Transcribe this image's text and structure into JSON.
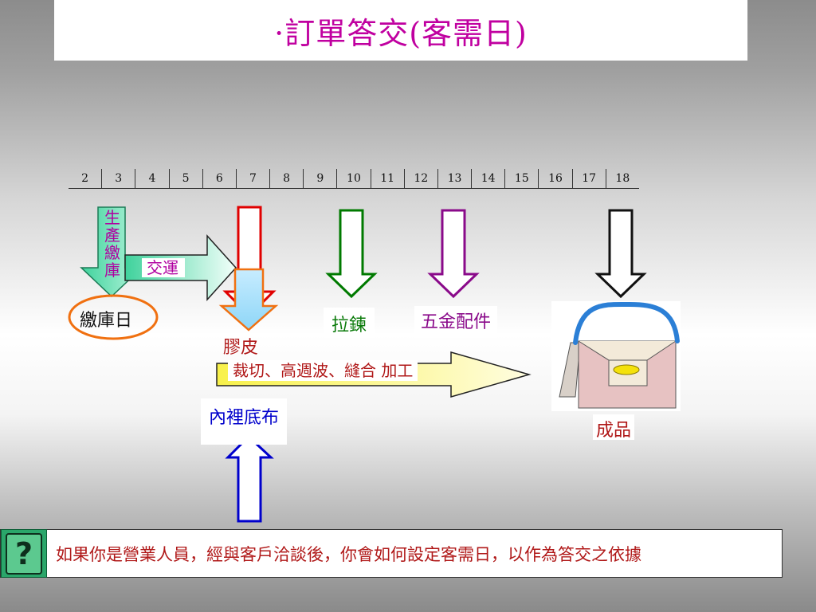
{
  "title": "·訂單答交(客需日)",
  "timeline": {
    "ticks": [
      "2",
      "3",
      "4",
      "5",
      "6",
      "7",
      "8",
      "9",
      "10",
      "11",
      "12",
      "13",
      "14",
      "15",
      "16",
      "17",
      "18"
    ]
  },
  "labels": {
    "production_stock_chars": [
      "生",
      "產",
      "繳",
      "庫"
    ],
    "transport": "交運",
    "stock_date": "繳庫日",
    "rubber": "膠皮",
    "zipper": "拉鍊",
    "hardware": "五金配件",
    "process": "裁切、高週波、縫合  加工",
    "lining": "內裡底布",
    "product": "成品"
  },
  "bottom": {
    "help_icon": "question-mark-icon",
    "help_symbol": "?",
    "question": "如果你是營業人員，經與客戶洽談後，你會如何設定客需日，以作為答交之依據"
  },
  "colors": {
    "title": "#c000a0",
    "red_text": "#b01818",
    "green_text": "#0a7a0a",
    "purple_text": "#8a0a8a",
    "magenta_text": "#b000a0",
    "arrow_green": "#007a00",
    "arrow_purple": "#8a0a8a",
    "arrow_red": "#e00000",
    "arrow_blue": "#0000cc",
    "arrow_orange": "#f07010",
    "bag_pink": "#e7c2c2",
    "bag_handle": "#2b7fd6"
  }
}
